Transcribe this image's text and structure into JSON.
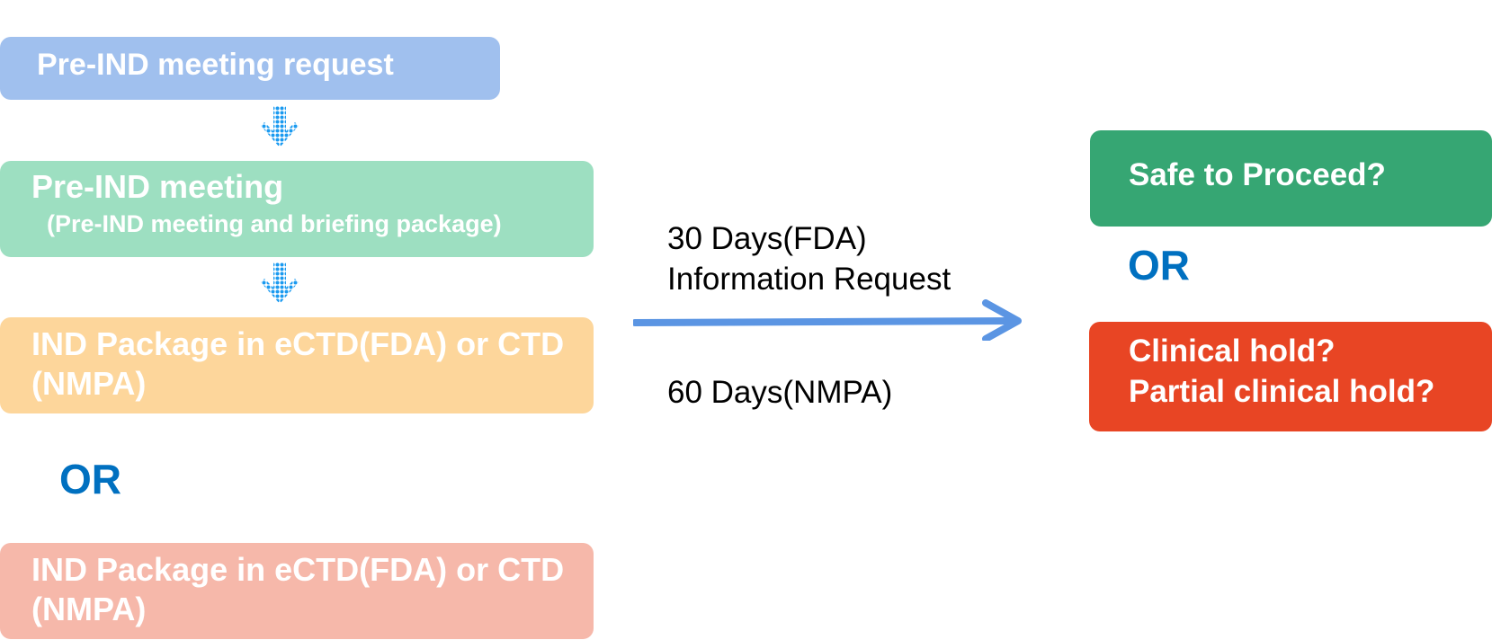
{
  "diagram": {
    "left_column": {
      "step1": {
        "label": "Pre-IND meeting request",
        "color": "#a0c0ee"
      },
      "step2": {
        "title": "Pre-IND meeting",
        "subtitle": "(Pre-IND meeting and briefing package)",
        "color": "#9ddfc1"
      },
      "step3": {
        "line1": "IND Package in eCTD(FDA) or CTD",
        "line2": "(NMPA)",
        "color": "#fdd69b"
      },
      "or_label": "OR",
      "step4": {
        "line1": "IND Package in eCTD(FDA) or CTD",
        "line2": "(NMPA)",
        "color": "#f6b8aa"
      },
      "arrow_icon": "dotted-down-arrow-icon"
    },
    "transition": {
      "line1": "30 Days(FDA)",
      "line2": "Information Request",
      "line3": "60 Days(NMPA)",
      "arrow_color": "#5b95e3"
    },
    "right_column": {
      "outcome1": {
        "label": "Safe to Proceed?",
        "color": "#36a673"
      },
      "or_label": "OR",
      "outcome2": {
        "line1": "Clinical hold?",
        "line2": "Partial clinical hold?",
        "color": "#e84524"
      }
    },
    "accent_or_color": "#0070c0",
    "down_arrow_color": "#1a9af0"
  }
}
